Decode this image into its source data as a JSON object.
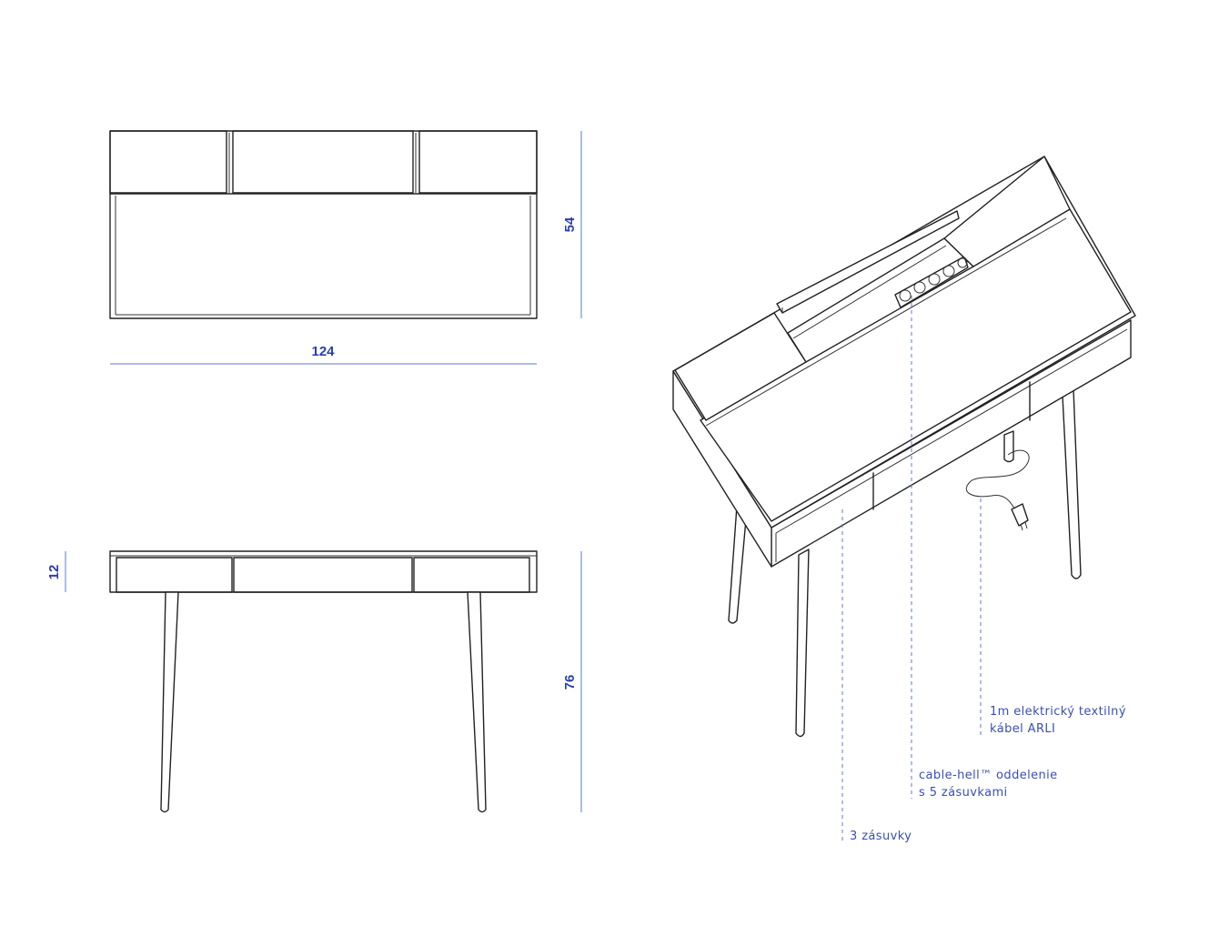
{
  "dimensions": {
    "width": "124",
    "depth": "54",
    "drawer_height": "12",
    "height": "76"
  },
  "callouts": {
    "cable": {
      "line1": "1m elektrický textilný",
      "line2": "kábel ARLI"
    },
    "cable_hell": {
      "line1": "cable-hell™ oddelenie",
      "line2": "s 5 zásuvkami"
    },
    "drawers": {
      "line1": "3 zásuvky"
    }
  },
  "colors": {
    "dimension_blue": "#2a3fb0",
    "line_blue": "#5f79c9",
    "drawing_line": "#222222"
  }
}
